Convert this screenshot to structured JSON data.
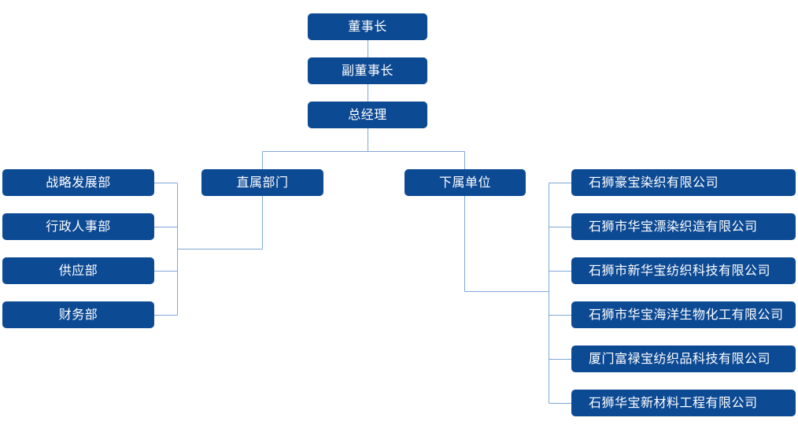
{
  "org": {
    "chairman": "董事长",
    "vice_chairman": "副董事长",
    "general_manager": "总经理",
    "direct_departments": "直属部门",
    "subordinate_units": "下属单位",
    "departments": [
      "战略发展部",
      "行政人事部",
      "供应部",
      "财务部"
    ],
    "companies": [
      "石狮豪宝染织有限公司",
      "石狮市华宝漂染织造有限公司",
      "石狮市新华宝纺织科技有限公司",
      "石狮市华宝海洋生物化工有限公司",
      "厦门富禄宝纺织品科技有限公司",
      "石狮华宝新材料工程有限公司"
    ]
  },
  "colors": {
    "node_fill": "#0D4A94",
    "node_text": "#FFFFFF",
    "connector_line": "#7FA7D8",
    "background": "#FFFFFF"
  }
}
